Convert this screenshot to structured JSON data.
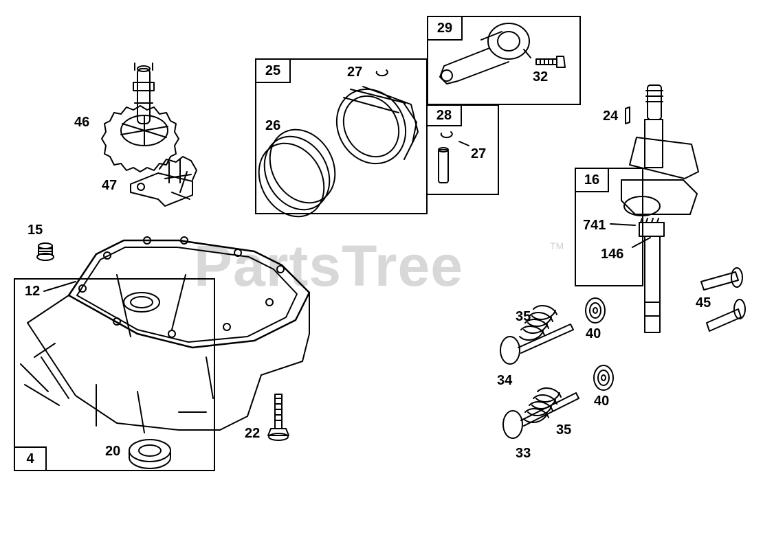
{
  "watermark": {
    "text": "PartsTree",
    "mark": "TM"
  },
  "group_boxes": [
    {
      "id": "box-4",
      "label": "4"
    },
    {
      "id": "box-25",
      "label": "25"
    },
    {
      "id": "box-28",
      "label": "28"
    },
    {
      "id": "box-29",
      "label": "29"
    },
    {
      "id": "box-16",
      "label": "16"
    }
  ],
  "callouts": {
    "c46": "46",
    "c47": "47",
    "c15": "15",
    "c12": "12",
    "c22": "22",
    "c20": "20",
    "c27a": "27",
    "c26": "26",
    "c27b": "27",
    "c32": "32",
    "c24": "24",
    "c741": "741",
    "c146": "146",
    "c45": "45",
    "c35a": "35",
    "c40a": "40",
    "c34": "34",
    "c40b": "40",
    "c35b": "35",
    "c33": "33"
  },
  "colors": {
    "line": "#000000",
    "watermark": "#d8d8d8",
    "background": "#ffffff"
  }
}
